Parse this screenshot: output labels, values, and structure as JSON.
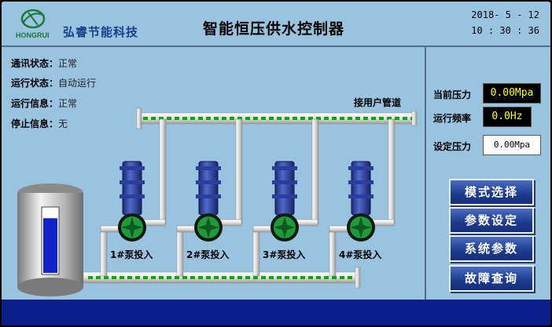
{
  "header": {
    "logo_text": "HONGRUI",
    "company": "弘睿节能科技",
    "title": "智能恒压供水控制器",
    "date": "2018- 5 - 12",
    "time": "10 : 30 : 36"
  },
  "status": [
    {
      "label": "通讯状态：",
      "value": "正常"
    },
    {
      "label": "运行状态：",
      "value": "自动运行"
    },
    {
      "label": "运行信息：",
      "value": "正常"
    },
    {
      "label": "停止信息：",
      "value": "无"
    }
  ],
  "pipe_label": "接用户管道",
  "pumps": [
    {
      "label": "1#泵投入"
    },
    {
      "label": "2#泵投入"
    },
    {
      "label": "3#泵投入"
    },
    {
      "label": "4#泵投入"
    }
  ],
  "tank_level": 0.85,
  "meters": {
    "current_pressure": {
      "label": "当前压力",
      "value": "0.00Mpa"
    },
    "frequency": {
      "label": "运行频率",
      "value": "0.0Hz"
    },
    "set_pressure": {
      "label": "设定压力",
      "value": "0.00Mpa"
    }
  },
  "menu": [
    {
      "label": "模式选择"
    },
    {
      "label": "参数设定"
    },
    {
      "label": "系统参数"
    },
    {
      "label": "故障查询"
    }
  ],
  "colors": {
    "background": "#9ac3e0",
    "pipe_stripe": "#00aa00",
    "pump_body": "#2a3e9e",
    "impeller": "#1f9a3a",
    "bottom_bar": "#0a1e8a",
    "readout_text": "#ffff00"
  }
}
